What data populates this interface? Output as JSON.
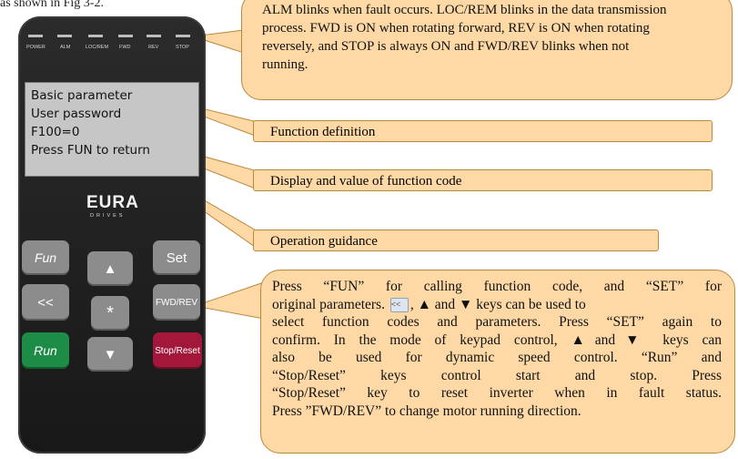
{
  "intro_text": "as shown in Fig 3-2.",
  "keypad": {
    "leds": [
      "POWER",
      "ALM",
      "LOC/REM",
      "FWD",
      "REV",
      "STOP"
    ],
    "lcd_lines": [
      "Basic parameter",
      "User password",
      "F100=0",
      "Press FUN to return"
    ],
    "logo": "EURA",
    "logo_sub": "DRIVES",
    "keys": {
      "fun": "Fun",
      "set": "Set",
      "up": "▲",
      "left": "<<",
      "star": "*",
      "fwd_rev": "FWD/REV",
      "run": "Run",
      "down": "▼",
      "stop_reset": "Stop/Reset"
    }
  },
  "callouts": {
    "led_status": [
      "ALM blinks when fault occurs. LOC/REM blinks in the data transmission",
      "process. FWD is ON when rotating forward, REV is ON when rotating",
      "reversely, and STOP is always ON and FWD/REV blinks when not",
      "running."
    ],
    "function_definition": "Function definition",
    "display_value": "Display and value of function code",
    "operation_guidance": "Operation guidance",
    "keys_desc": {
      "l1": "Press “FUN” for calling function code, and “SET” for",
      "l2a": "original parameters.",
      "l2_chip": "<<",
      "l2b": ", ▲ and ▼ keys can be used to",
      "l3": "select function codes and parameters. Press “SET” again to",
      "l4": "confirm. In the mode of keypad control, ▲and▼ keys can",
      "l5": "also be used for dynamic speed control. “Run” and",
      "l6": "“Stop/Reset” keys control start and stop. Press",
      "l7": "“Stop/Reset” key to reset inverter when in fault status.",
      "l8": "Press ”FWD/REV” to change motor running direction."
    }
  }
}
